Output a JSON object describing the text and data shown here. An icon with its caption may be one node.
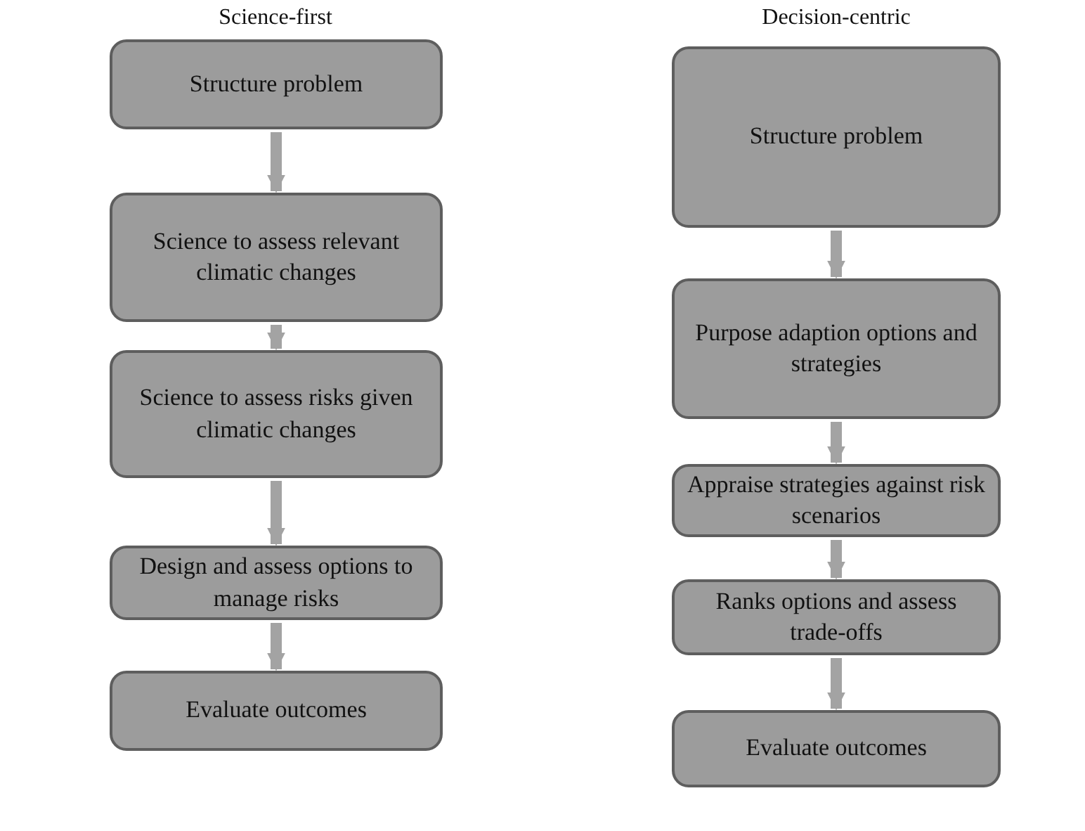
{
  "diagram": {
    "nodes": [
      {
        "text": [
          "Structure problem"
        ]
      },
      {
        "text": [
          "Science to assess relevant climatic changes"
        ]
      },
      {
        "text": [
          "Science to assess risks given climatic changes"
        ]
      },
      {
        "text": [
          "Design and assess options to manage risks"
        ]
      },
      {
        "text": [
          "Evaluate outcomes"
        ]
      },
      {
        "text": [
          "Structure problem"
        ]
      },
      {
        "text": [
          "Purpose adaption options and strategies"
        ]
      },
      {
        "text": [
          "Appraise strategies against risk scenarios"
        ]
      },
      {
        "text": [
          "Ranks options and assess trade-offs"
        ]
      },
      {
        "text": [
          "Evaluate outcomes"
        ]
      }
    ],
    "edges": [
      {
        "from": 0,
        "to": 1,
        "arrow": "to"
      },
      {
        "from": 1,
        "to": 2,
        "arrow": "to"
      },
      {
        "from": 2,
        "to": 3,
        "arrow": "to"
      },
      {
        "from": 3,
        "to": 4,
        "arrow": "to"
      },
      {
        "from": 5,
        "to": 6,
        "arrow": "to"
      },
      {
        "from": 6,
        "to": 7,
        "arrow": "to"
      },
      {
        "from": 7,
        "to": 8,
        "arrow": "to"
      },
      {
        "from": 8,
        "to": 9,
        "arrow": "to"
      }
    ],
    "labels": [
      "Science-first",
      "Decision-centric"
    ]
  }
}
